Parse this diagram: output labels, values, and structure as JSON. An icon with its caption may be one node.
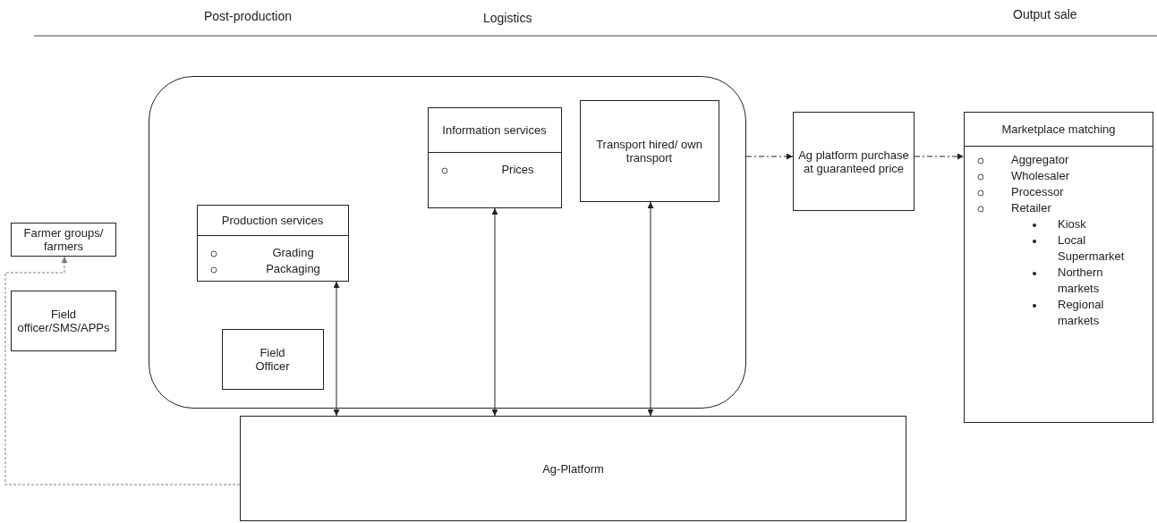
{
  "diagram": {
    "nodes": [
      {
        "text": [
          "Farmer groups/ farmers"
        ]
      },
      {
        "text": [
          "Field officer/SMS/APPs"
        ]
      },
      {
        "text": [],
        "shape": "box"
      },
      {
        "text": [
          "Information services",
          "Prices"
        ],
        "in": 2
      },
      {
        "text": [
          "Transport hired/ own transport"
        ],
        "in": 2
      },
      {
        "text": [
          "Production services",
          "Grading",
          "Packaging"
        ],
        "in": 2
      },
      {
        "text": [
          "Field Officer"
        ],
        "in": 2
      },
      {
        "text": [
          "Ag platform purchase at guaranteed price"
        ]
      },
      {
        "text": [
          "Marketplace matching",
          "Aggregator",
          "Wholesaler",
          "Processor",
          "Retailer",
          "Kiosk",
          "Local Supermarket",
          "Northern markets",
          "Regional markets"
        ]
      },
      {
        "text": [
          "Ag-Platform"
        ]
      }
    ],
    "edges": [
      {
        "from": 9,
        "to": 0,
        "arrow": "to",
        "style": "dashed",
        "color": "#7f7f7f"
      },
      {
        "from": 5,
        "to": 9,
        "arrow": "both"
      },
      {
        "from": 3,
        "to": 9,
        "arrow": "both"
      },
      {
        "from": 4,
        "to": 9,
        "arrow": "both"
      },
      {
        "from": 2,
        "to": 7,
        "arrow": "to",
        "style": "dashed"
      },
      {
        "from": 7,
        "to": 8,
        "arrow": "to",
        "style": "dashed"
      }
    ],
    "labels": [
      "Post-production",
      "Logistics",
      "Output sale"
    ]
  }
}
